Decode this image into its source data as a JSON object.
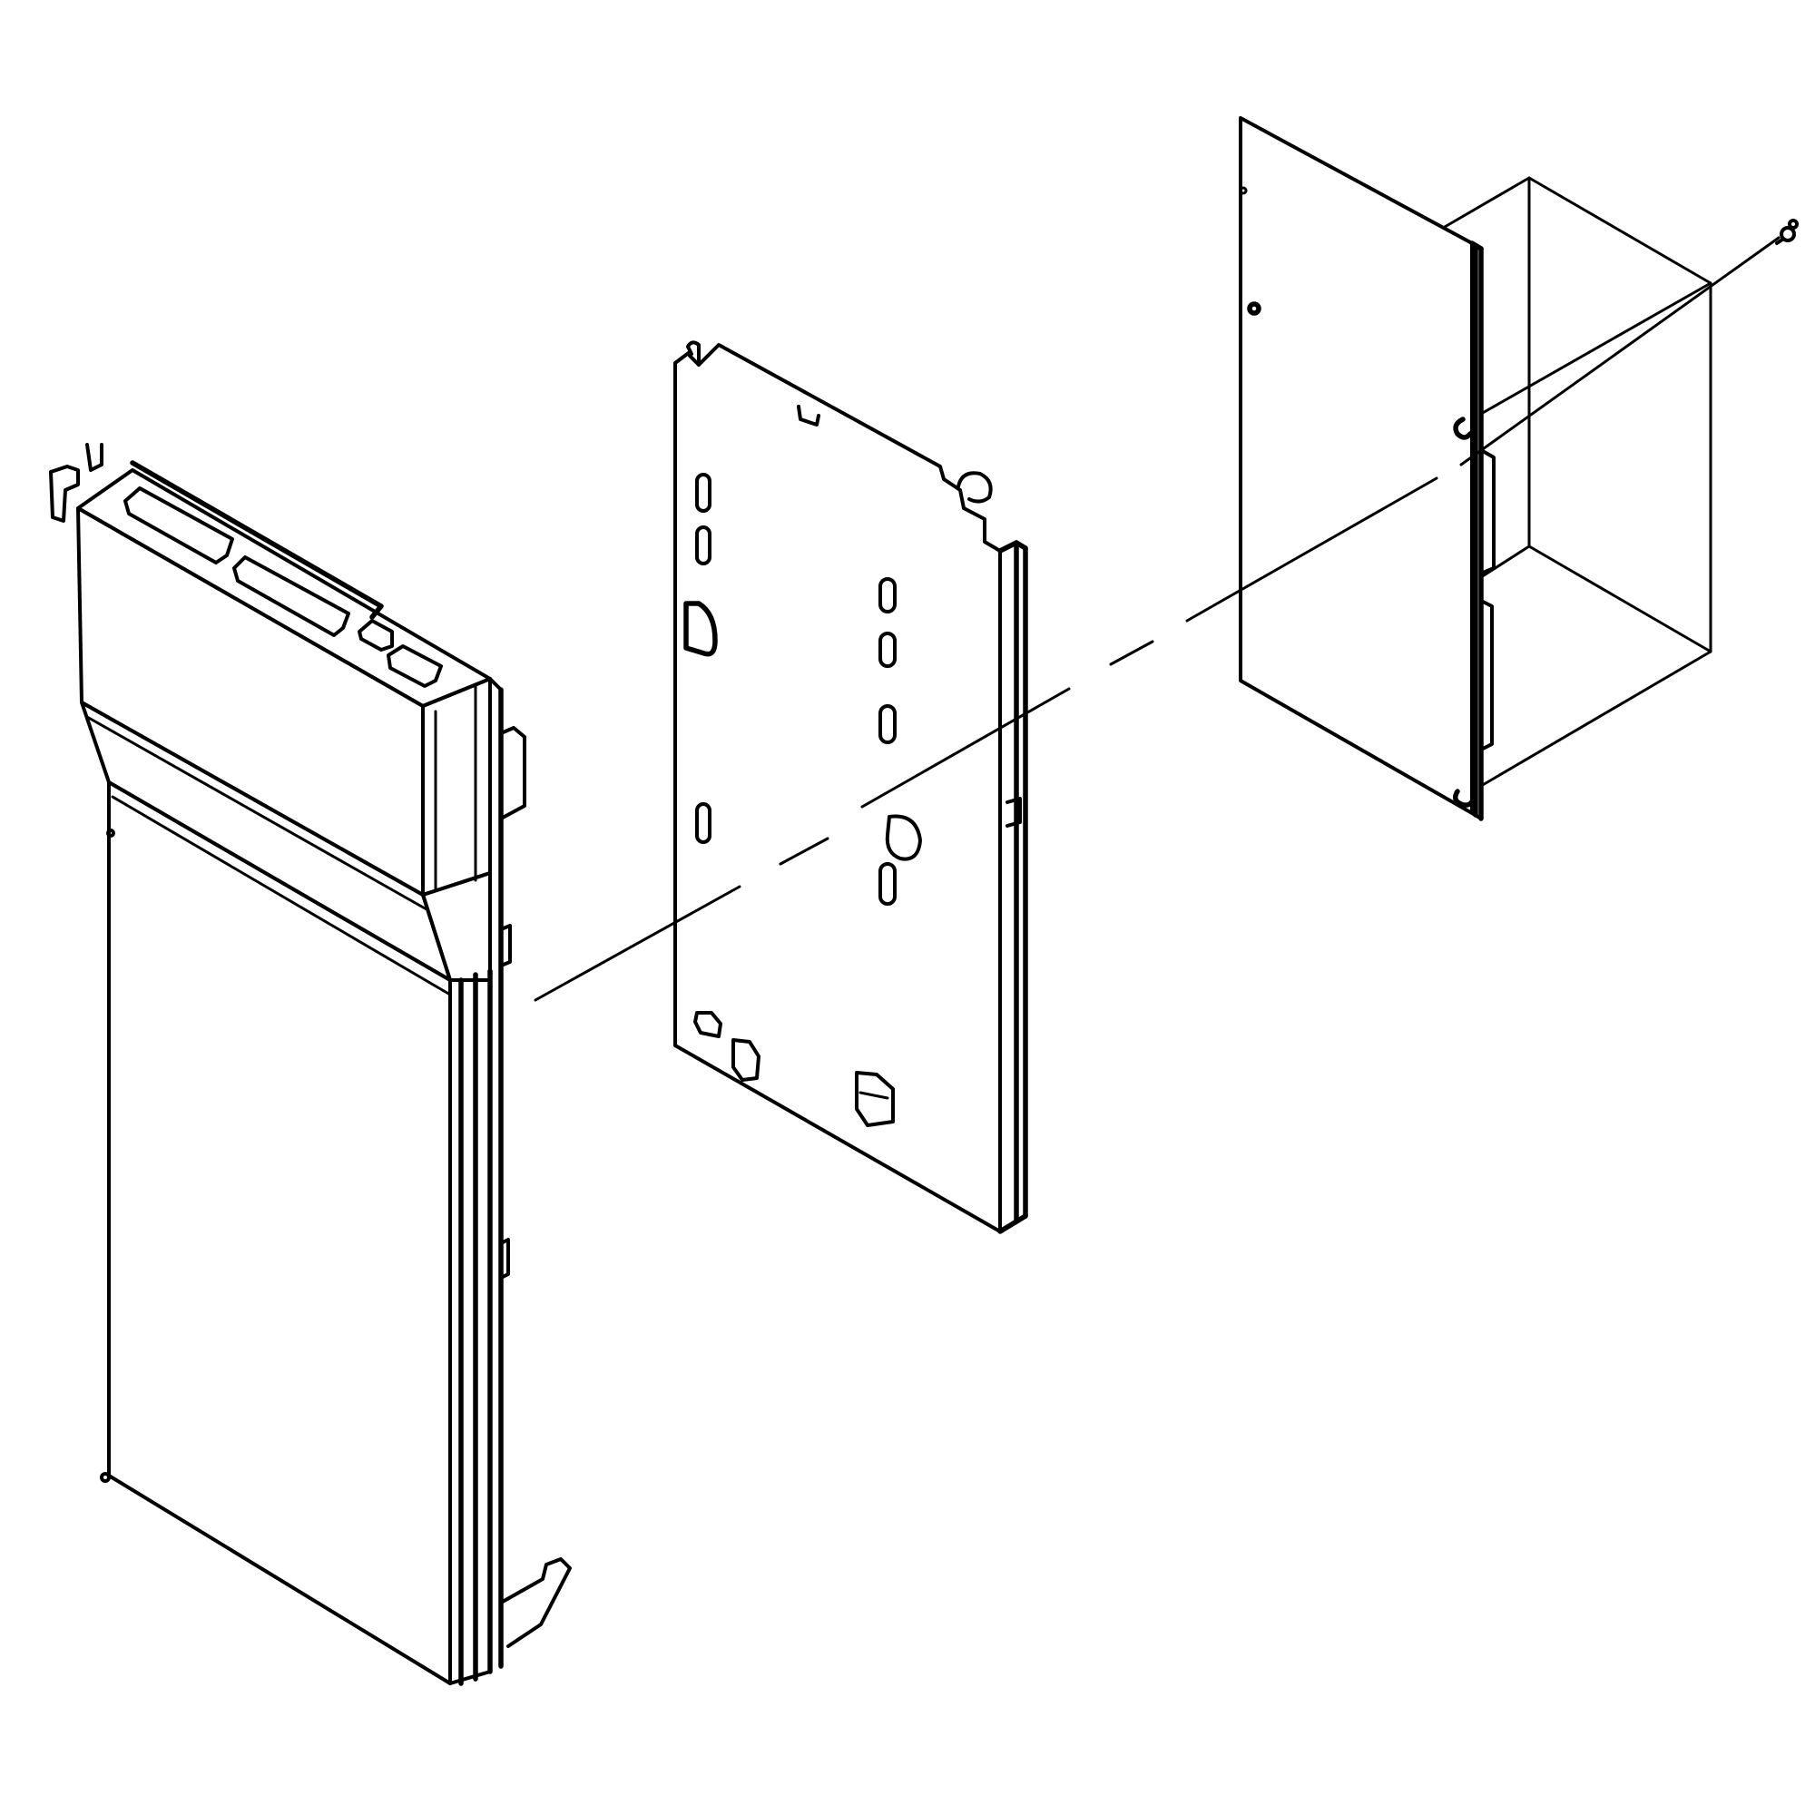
{
  "figure": {
    "kind": "exploded-assembly-line-drawing",
    "stroke_color": "#000000",
    "background_color": "#ffffff",
    "parts": [
      {
        "id": "front-door-panel",
        "icon": "door-panel-icon"
      },
      {
        "id": "inner-door-plate",
        "icon": "plate-icon"
      },
      {
        "id": "choke-cover-frame",
        "icon": "frame-icon"
      },
      {
        "id": "screw",
        "icon": "screw-icon"
      }
    ],
    "assembly_axis": "dashed"
  }
}
